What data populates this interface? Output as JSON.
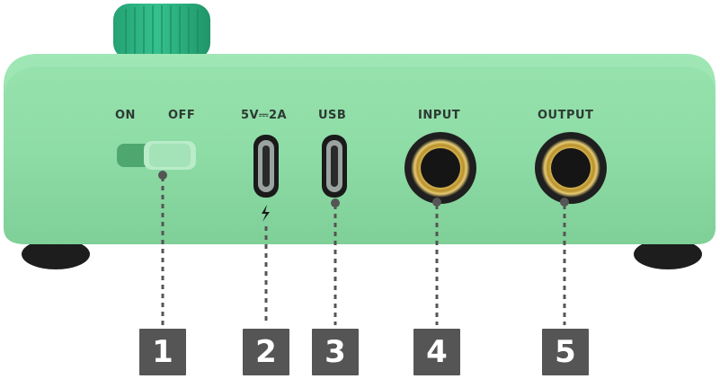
{
  "labels": {
    "on": "ON",
    "off": "OFF",
    "power": "5V⎓2A",
    "usb": "USB",
    "input": "INPUT",
    "output": "OUTPUT"
  },
  "callouts": [
    "1",
    "2",
    "3",
    "4",
    "5"
  ],
  "colors": {
    "body": "#8fdda6",
    "body_shadow": "#78c893",
    "knob": "#2fb585",
    "badge": "#555555",
    "jack_ring": "#c9a53a"
  },
  "icons": {
    "power_port": "lightning-bolt-icon"
  }
}
